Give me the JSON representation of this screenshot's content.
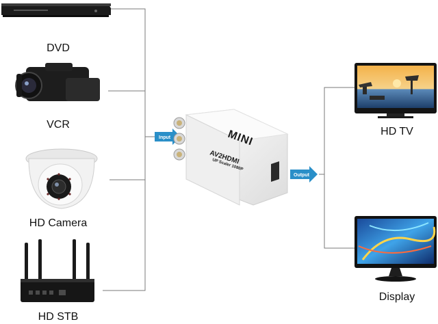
{
  "devices_left": [
    {
      "id": "dvd",
      "label": "DVD",
      "icon": "dvd-player-icon"
    },
    {
      "id": "vcr",
      "label": "VCR",
      "icon": "camcorder-icon"
    },
    {
      "id": "camera",
      "label": "HD Camera",
      "icon": "dome-camera-icon"
    },
    {
      "id": "stb",
      "label": "HD STB",
      "icon": "router-icon"
    }
  ],
  "devices_right": [
    {
      "id": "tv",
      "label": "HD TV",
      "icon": "tv-icon"
    },
    {
      "id": "display",
      "label": "Display",
      "icon": "monitor-icon"
    }
  ],
  "converter": {
    "top_text": "MINI",
    "brand_text": "AV2HDMI",
    "sub_text": "UP Scaler 1080P",
    "icon": "converter-box-icon"
  },
  "arrows": {
    "input_label": "Input",
    "output_label": "Output"
  },
  "colors": {
    "line": "#7a7a7a",
    "arrow": "#2a8fc8",
    "box": "#f4f4f4"
  }
}
